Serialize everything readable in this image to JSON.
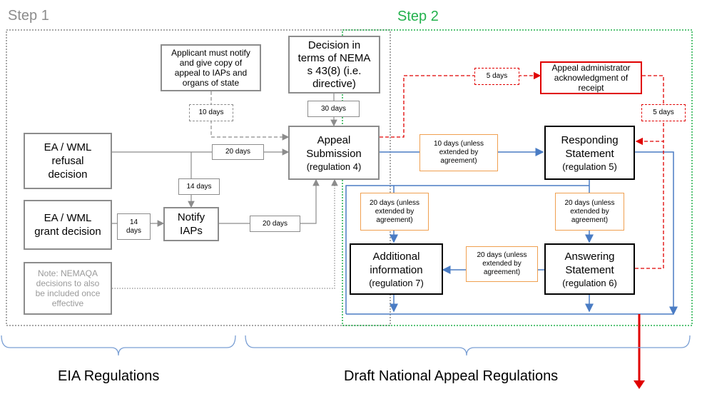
{
  "steps": {
    "step1": "Step 1",
    "step2": "Step 2"
  },
  "boxes": {
    "ea_refusal": "EA / WML refusal decision",
    "ea_grant": "EA / WML grant decision",
    "notify_iaps": "Notify IAPs",
    "note": "Note: NEMAQA decisions to also be included once effective",
    "applicant_notify": "Applicant must notify and give copy of appeal to IAPs and organs of state",
    "decision_nema": "Decision in terms of NEMA s 43(8) (i.e. directive)",
    "appeal_title": "Appeal Submission",
    "appeal_reg": "(regulation 4)",
    "responding_title": "Responding Statement",
    "responding_reg": "(regulation 5)",
    "answering_title": "Answering Statement",
    "answering_reg": "(regulation 6)",
    "additional_title": "Additional information",
    "additional_reg": "(regulation 7)",
    "appeal_admin": "Appeal administrator acknowledgment of receipt"
  },
  "labels": {
    "ten_days_grey": "10 days",
    "thirty_days": "30 days",
    "twenty_days_top": "20 days",
    "fourteen_days_vert": "14 days",
    "fourteen_days_horiz": "14 days",
    "twenty_days_notify": "20 days",
    "five_days_top": "5 days",
    "five_days_right": "5 days",
    "ten_days_unless": "10 days (unless extended by agreement)",
    "twenty_left": "20 days (unless extended by agreement)",
    "twenty_right": "20 days (unless extended by agreement)",
    "twenty_mid": "20 days (unless extended by agreement)"
  },
  "footer": {
    "eia": "EIA Regulations",
    "draft": "Draft National Appeal Regulations"
  },
  "colors": {
    "grey": "#8c8c8c",
    "blue": "#4a7cc4",
    "red": "#e00000",
    "orange": "#f0a050",
    "green": "#22b14c"
  }
}
